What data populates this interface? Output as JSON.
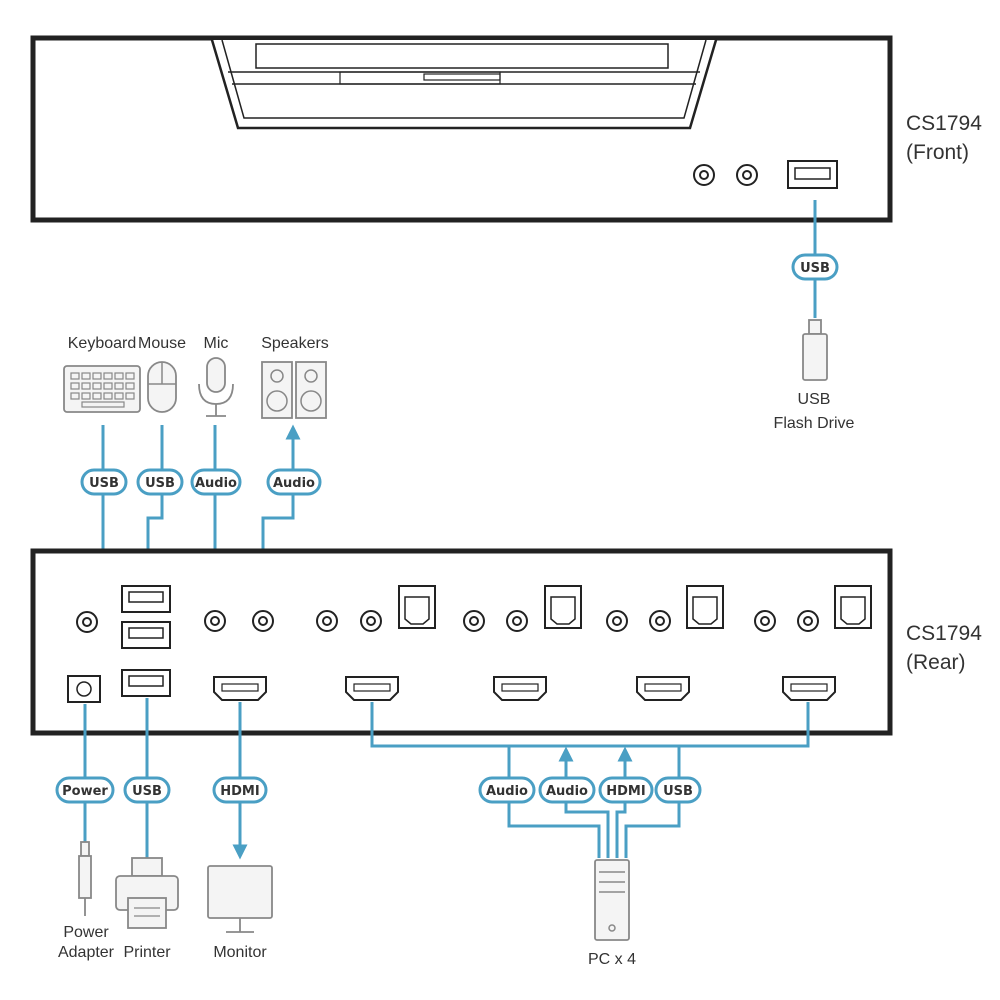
{
  "colors": {
    "cable": "#4a9fc4",
    "panel_outline": "#222222",
    "icon": "#888888",
    "text": "#333333"
  },
  "front_unit": {
    "title_line1": "CS1794",
    "title_line2": "(Front)"
  },
  "rear_unit": {
    "title_line1": "CS1794",
    "title_line2": "(Rear)"
  },
  "devices": {
    "keyboard": "Keyboard",
    "mouse": "Mouse",
    "mic": "Mic",
    "speakers": "Speakers",
    "usb_flash_line1": "USB",
    "usb_flash_line2": "Flash Drive",
    "power_line1": "Power",
    "power_line2": "Adapter",
    "printer": "Printer",
    "monitor": "Monitor",
    "pc": "PC x 4"
  },
  "cable_tags": {
    "front_usb": "USB",
    "keyboard_usb": "USB",
    "mouse_usb": "USB",
    "mic_audio": "Audio",
    "speakers_audio": "Audio",
    "power": "Power",
    "printer_usb": "USB",
    "monitor_hdmi": "HDMI",
    "pc_audio_1": "Audio",
    "pc_audio_2": "Audio",
    "pc_hdmi": "HDMI",
    "pc_usb": "USB"
  },
  "icons": [
    "keyboard-icon",
    "mouse-icon",
    "mic-icon",
    "speakers-icon",
    "usb-flash-drive-icon",
    "power-adapter-icon",
    "printer-icon",
    "monitor-icon",
    "pc-tower-icon"
  ]
}
